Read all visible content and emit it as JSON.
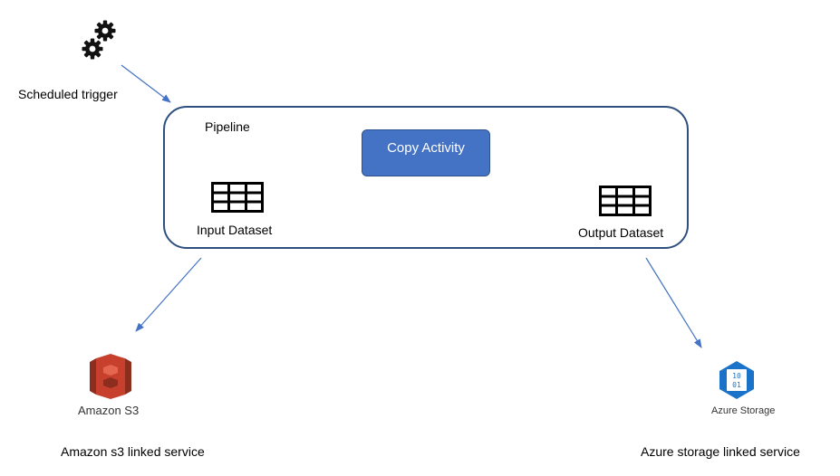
{
  "trigger": {
    "label": "Scheduled trigger",
    "icon": "gears-icon"
  },
  "pipeline": {
    "label": "Pipeline",
    "activity_label": "Copy Activity",
    "input_label": "Input Dataset",
    "output_label": "Output Dataset",
    "dataset_icon": "table-icon"
  },
  "services": {
    "s3": {
      "logo_text": "Amazon S3",
      "label": "Amazon s3 linked service",
      "icon": "amazon-s3-icon"
    },
    "azure": {
      "logo_text": "Azure Storage",
      "label": "Azure storage linked service",
      "icon": "azure-storage-icon",
      "icon_text_top": "10",
      "icon_text_bottom": "01"
    }
  },
  "colors": {
    "arrow": "#4472c4",
    "pipeline_border": "#2f4f7f",
    "activity_fill": "#4472c4",
    "s3_red": "#c7402d",
    "azure_blue": "#1a73c8"
  }
}
